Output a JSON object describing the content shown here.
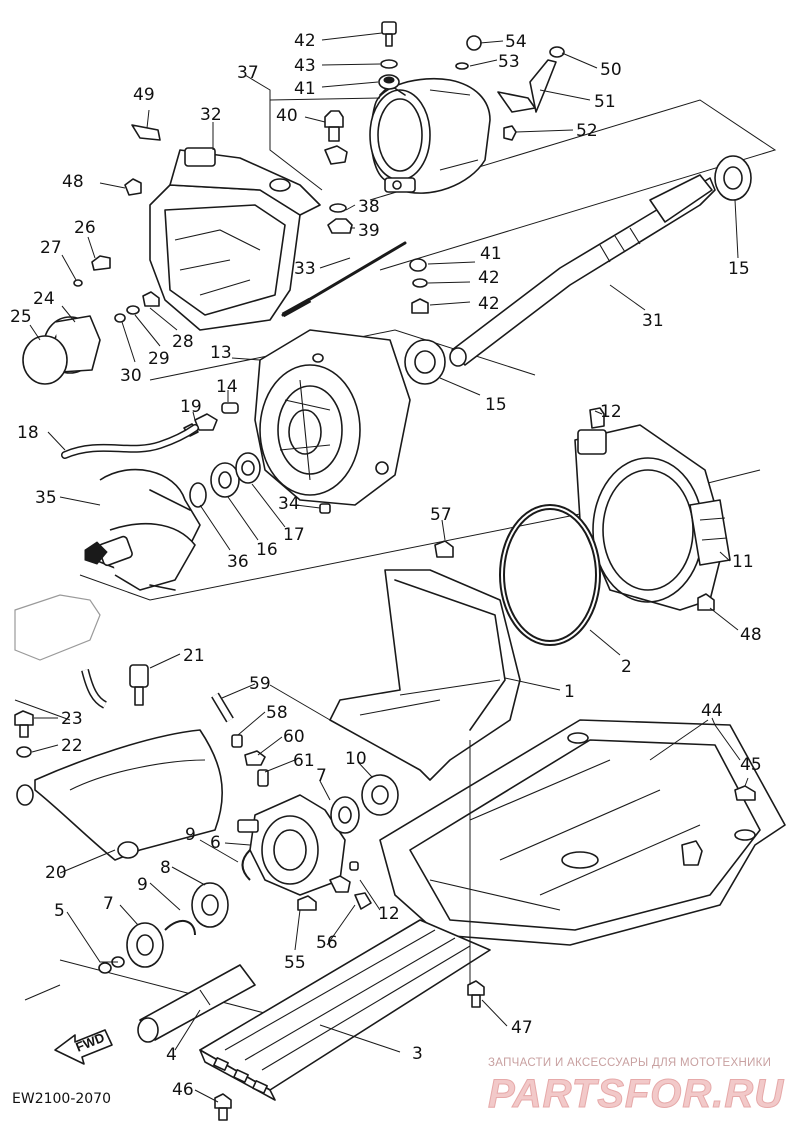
{
  "diagram": {
    "drawing_code": "EW2100-2070",
    "direction_label": "FWD",
    "watermark": {
      "caption": "ЗАПЧАСТИ И АКСЕССУАРЫ ДЛЯ МОТОТЕХНИКИ",
      "logo_text": "PARTSFOR.RU"
    },
    "callouts": {
      "c1": "1",
      "c2": "2",
      "c3": "3",
      "c4": "4",
      "c5": "5",
      "c6": "6",
      "c7a": "7",
      "c7b": "7",
      "c8": "8",
      "c9a": "9",
      "c9b": "9",
      "c10": "10",
      "c11": "11",
      "c12a": "12",
      "c12b": "12",
      "c13": "13",
      "c14": "14",
      "c15a": "15",
      "c15b": "15",
      "c16": "16",
      "c17": "17",
      "c18": "18",
      "c19": "19",
      "c20": "20",
      "c21": "21",
      "c22": "22",
      "c23": "23",
      "c24": "24",
      "c25": "25",
      "c26": "26",
      "c27": "27",
      "c28": "28",
      "c29": "29",
      "c30": "30",
      "c31": "31",
      "c32": "32",
      "c33": "33",
      "c34": "34",
      "c35": "35",
      "c36": "36",
      "c37": "37",
      "c38": "38",
      "c39": "39",
      "c40": "40",
      "c41a": "41",
      "c41b": "41",
      "c42a": "42",
      "c42b": "42",
      "c42c": "42",
      "c43": "43",
      "c44": "44",
      "c45": "45",
      "c46": "46",
      "c47": "47",
      "c48a": "48",
      "c48b": "48",
      "c49": "49",
      "c50": "50",
      "c51": "51",
      "c52": "52",
      "c53": "53",
      "c54": "54",
      "c55": "55",
      "c56": "56",
      "c57": "57",
      "c58": "58",
      "c59": "59",
      "c60": "60",
      "c61": "61"
    }
  }
}
